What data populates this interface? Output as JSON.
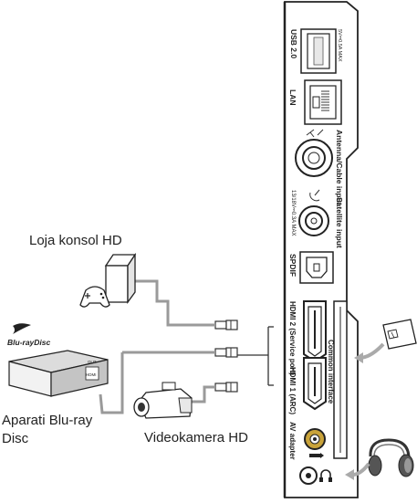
{
  "devices": {
    "console_label": "Loja konsol HD",
    "bluray_label_line1": "Aparati Blu-ray",
    "bluray_label_line2": "Disc",
    "camera_label": "Videokamera HD",
    "bluray_logo": "Blu-rayDisc",
    "bluray_out_label": "OUT",
    "bluray_hdmi_label": "HDMI"
  },
  "panel": {
    "usb_label": "USB 2.0",
    "usb_rating": "5V⎓0.5A MAX",
    "lan_label": "LAN",
    "antenna_label": "Antenna/Cable input",
    "satellite_label": "Satellite input",
    "satellite_rating": "13/18V⎓0.3A MAX",
    "spdif_label": "SPDIF",
    "hdmi2_label": "HDMI 2 (Service port)",
    "hdmi1_label": "HDMI 1 (ARC)",
    "common_interface_label": "Common interface",
    "av_label": "AV adapter"
  }
}
